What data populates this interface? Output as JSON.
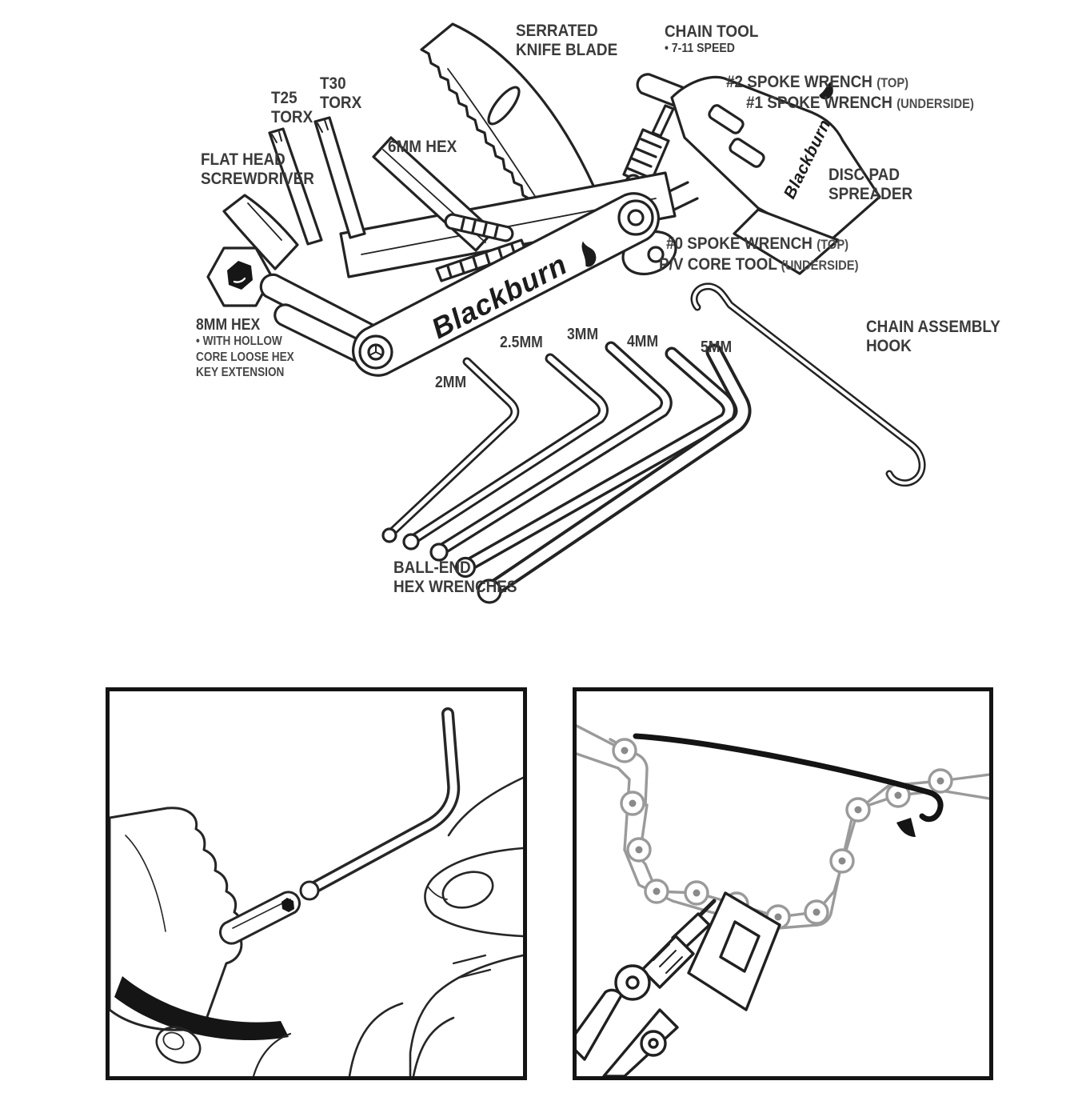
{
  "colors": {
    "line": "#232323",
    "chain_gray": "#9a9a9a",
    "text": "#3b3b3b",
    "solid_black": "#141414",
    "background": "#ffffff"
  },
  "brand": "Blackburn",
  "labels": {
    "serrated_knife_blade": [
      "SERRATED",
      "KNIFE BLADE"
    ],
    "chain_tool": {
      "title": "CHAIN TOOL",
      "sub": "• 7-11 SPEED"
    },
    "spoke_wrench_2": {
      "main": "#2 SPOKE WRENCH",
      "loc": "(TOP)"
    },
    "spoke_wrench_1": {
      "main": "#1 SPOKE WRENCH",
      "loc": "(UNDERSIDE)"
    },
    "torx_t30": [
      "T30",
      "TORX"
    ],
    "torx_t25": [
      "T25",
      "TORX"
    ],
    "hex_6mm": "6MM HEX",
    "flat_head_screwdriver": [
      "FLAT HEAD",
      "SCREWDRIVER"
    ],
    "disc_pad_spreader": [
      "DISC PAD",
      "SPREADER"
    ],
    "spoke_wrench_0": {
      "main": "#0 SPOKE WRENCH",
      "loc": "(TOP)"
    },
    "pv_core_tool": {
      "main": "P/V CORE TOOL",
      "loc": "(UNDERSIDE)"
    },
    "hex_8mm": {
      "title": "8MM HEX",
      "sub1": "•  WITH HOLLOW",
      "sub2": "CORE LOOSE HEX",
      "sub3": "KEY EXTENSION"
    },
    "chain_assembly_hook": [
      "CHAIN ASSEMBLY",
      "HOOK"
    ],
    "ball_end_hex_wrenches": [
      "BALL-END",
      "HEX WRENCHES"
    ],
    "hex_sizes": [
      "2MM",
      "2.5MM",
      "3MM",
      "4MM",
      "5MM"
    ]
  }
}
